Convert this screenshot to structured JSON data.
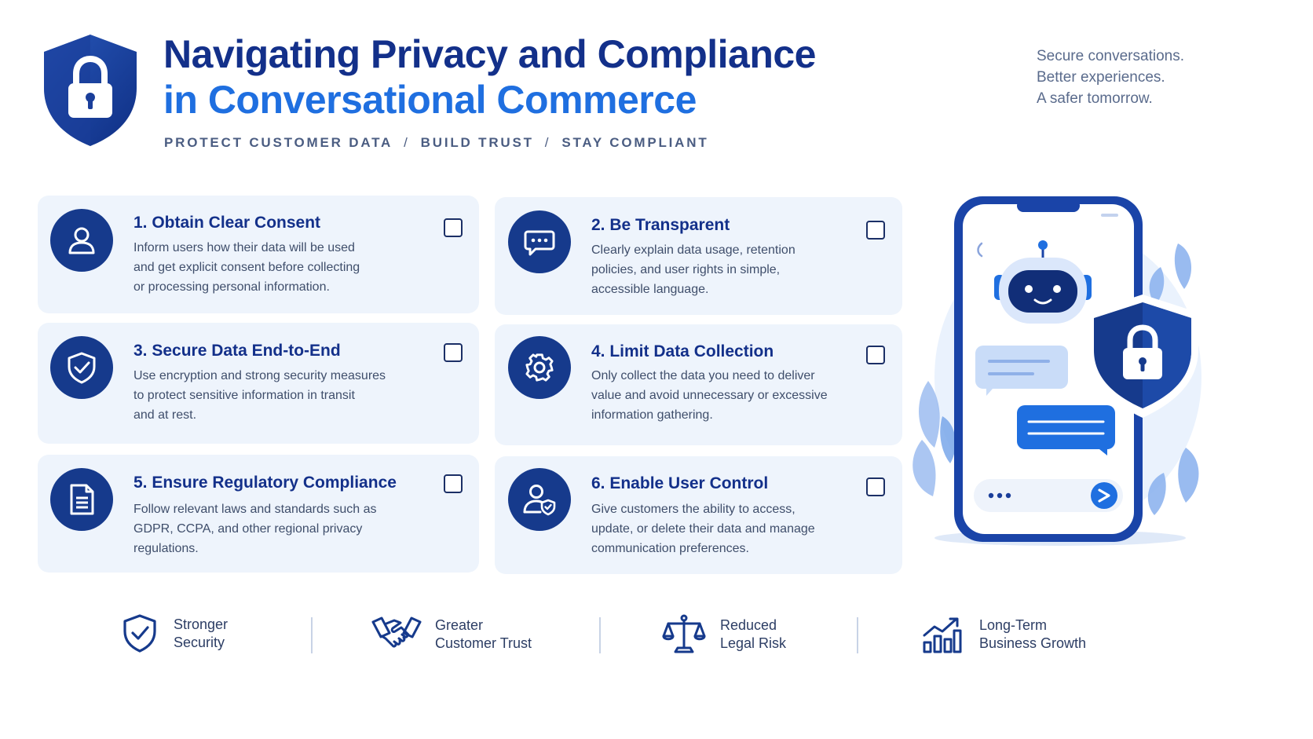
{
  "header": {
    "title_line1": "Navigating Privacy and Compliance",
    "title_line2": "in Conversational Commerce",
    "tagline": [
      "PROTECT CUSTOMER DATA",
      "BUILD TRUST",
      "STAY COMPLIANT"
    ],
    "tagline_separator": "/",
    "side_note": [
      "Secure conversations.",
      "Better experiences.",
      "A safer tomorrow."
    ]
  },
  "cards": [
    {
      "title": "1. Obtain Clear Consent",
      "desc": [
        "Inform users how their data will be used",
        "and get explicit consent before collecting",
        "or processing personal information."
      ],
      "icon": "user-icon",
      "checked": false
    },
    {
      "title": "2. Be Transparent",
      "desc": [
        "Clearly explain data usage, retention",
        "policies, and user rights in simple,",
        "accessible language."
      ],
      "icon": "chat-bubble-icon",
      "checked": false
    },
    {
      "title": "3. Secure Data End-to-End",
      "desc": [
        "Use encryption and strong security measures",
        "to protect sensitive information in transit",
        "and at rest."
      ],
      "icon": "shield-check-icon",
      "checked": false
    },
    {
      "title": "4. Limit Data Collection",
      "desc": [
        "Only collect the data you need to deliver",
        "value and avoid unnecessary or excessive",
        "information gathering."
      ],
      "icon": "gear-icon",
      "checked": false
    },
    {
      "title": "5. Ensure Regulatory Compliance",
      "desc": [
        "Follow relevant laws and standards such as",
        "GDPR, CCPA, and other regional privacy",
        "regulations."
      ],
      "icon": "document-icon",
      "checked": false
    },
    {
      "title": "6. Enable User Control",
      "desc": [
        "Give customers the ability to access,",
        "update, or delete their data and manage",
        "communication preferences."
      ],
      "icon": "user-shield-icon",
      "checked": false
    }
  ],
  "benefits": [
    {
      "line1": "Stronger",
      "line2": "Security",
      "icon": "shield-check-icon"
    },
    {
      "line1": "Greater",
      "line2": "Customer Trust",
      "icon": "handshake-icon"
    },
    {
      "line1": "Reduced",
      "line2": "Legal Risk",
      "icon": "scales-icon"
    },
    {
      "line1": "Long-Term",
      "line2": "Business Growth",
      "icon": "growth-chart-icon"
    }
  ],
  "colors": {
    "navy": "#13308a",
    "accent_blue": "#1f6fe0",
    "card_bg": "#eef4fc",
    "icon_circle": "#163a8c"
  }
}
